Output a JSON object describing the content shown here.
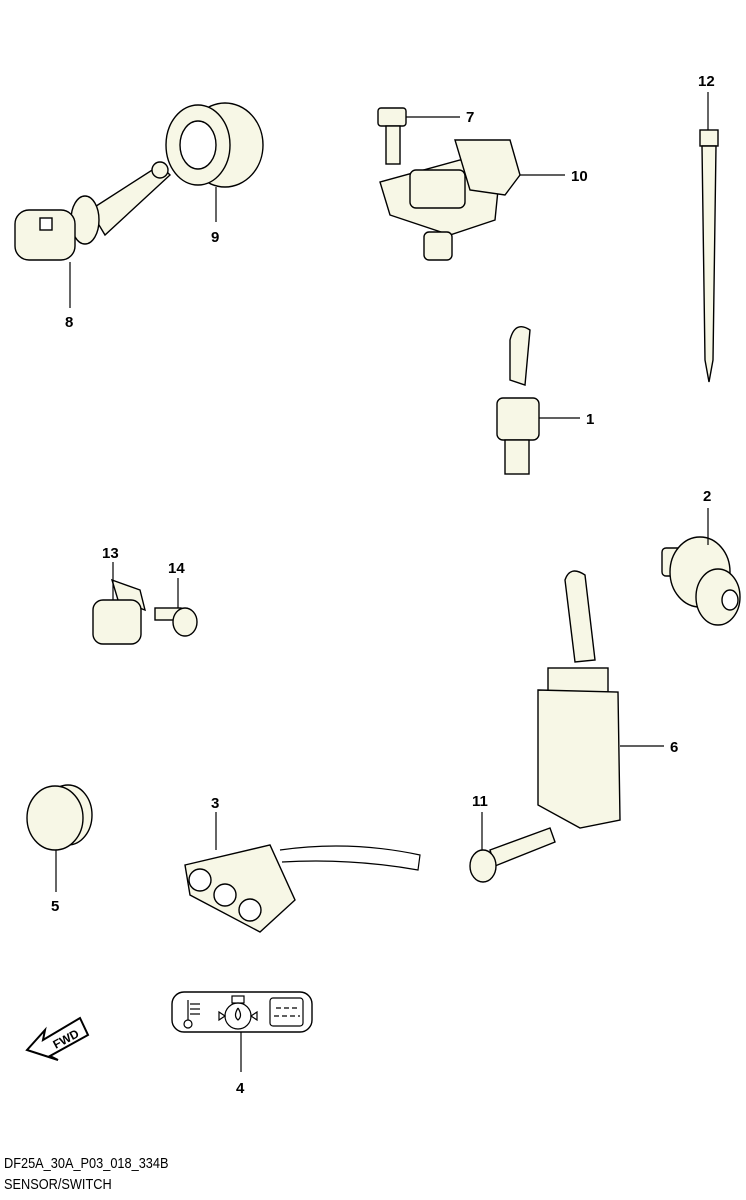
{
  "diagram": {
    "code": "DF25A_30A_P03_018_334B",
    "title": "SENSOR/SWITCH",
    "fwd_label": "FWD",
    "parts": [
      {
        "ref": "1"
      },
      {
        "ref": "2"
      },
      {
        "ref": "3"
      },
      {
        "ref": "4"
      },
      {
        "ref": "5"
      },
      {
        "ref": "6"
      },
      {
        "ref": "7"
      },
      {
        "ref": "8"
      },
      {
        "ref": "9"
      },
      {
        "ref": "10"
      },
      {
        "ref": "11"
      },
      {
        "ref": "12"
      },
      {
        "ref": "13"
      },
      {
        "ref": "14"
      }
    ]
  }
}
